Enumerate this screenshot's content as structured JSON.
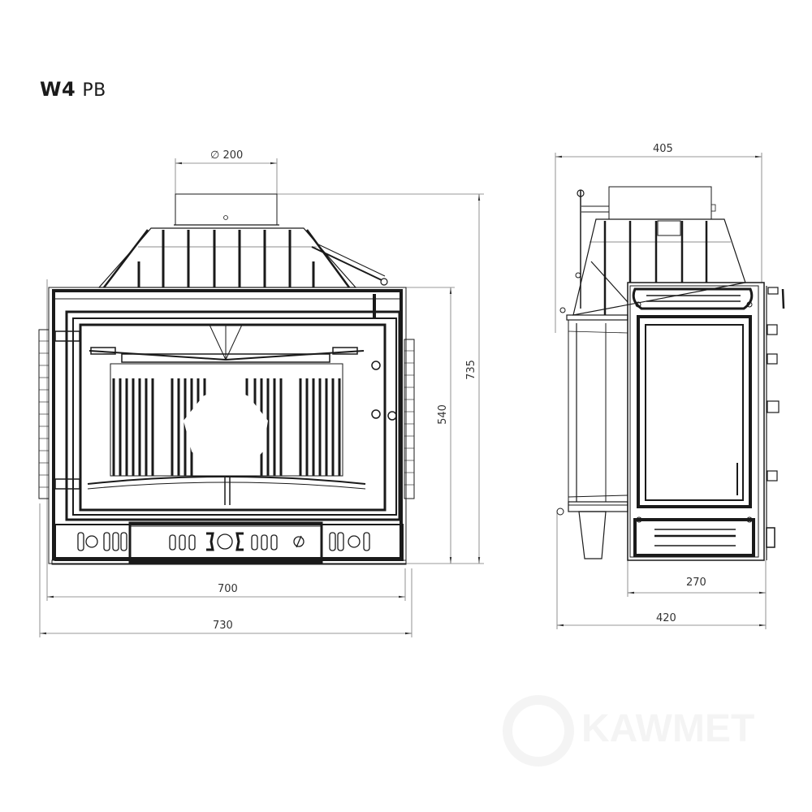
{
  "title": {
    "model": "W4",
    "variant": "PB"
  },
  "front_view": {
    "dimensions": {
      "flue_diameter": "∅ 200",
      "height_total": "735",
      "height_body": "540",
      "width_body": "700",
      "width_total": "730"
    }
  },
  "side_view": {
    "dimensions": {
      "depth_top": "405",
      "door_depth": "270",
      "depth_bottom": "420"
    }
  },
  "watermark": {
    "brand": "KAWMET"
  },
  "colors": {
    "line": "#1a1a1a",
    "dim_line": "#555555",
    "background": "#ffffff"
  }
}
